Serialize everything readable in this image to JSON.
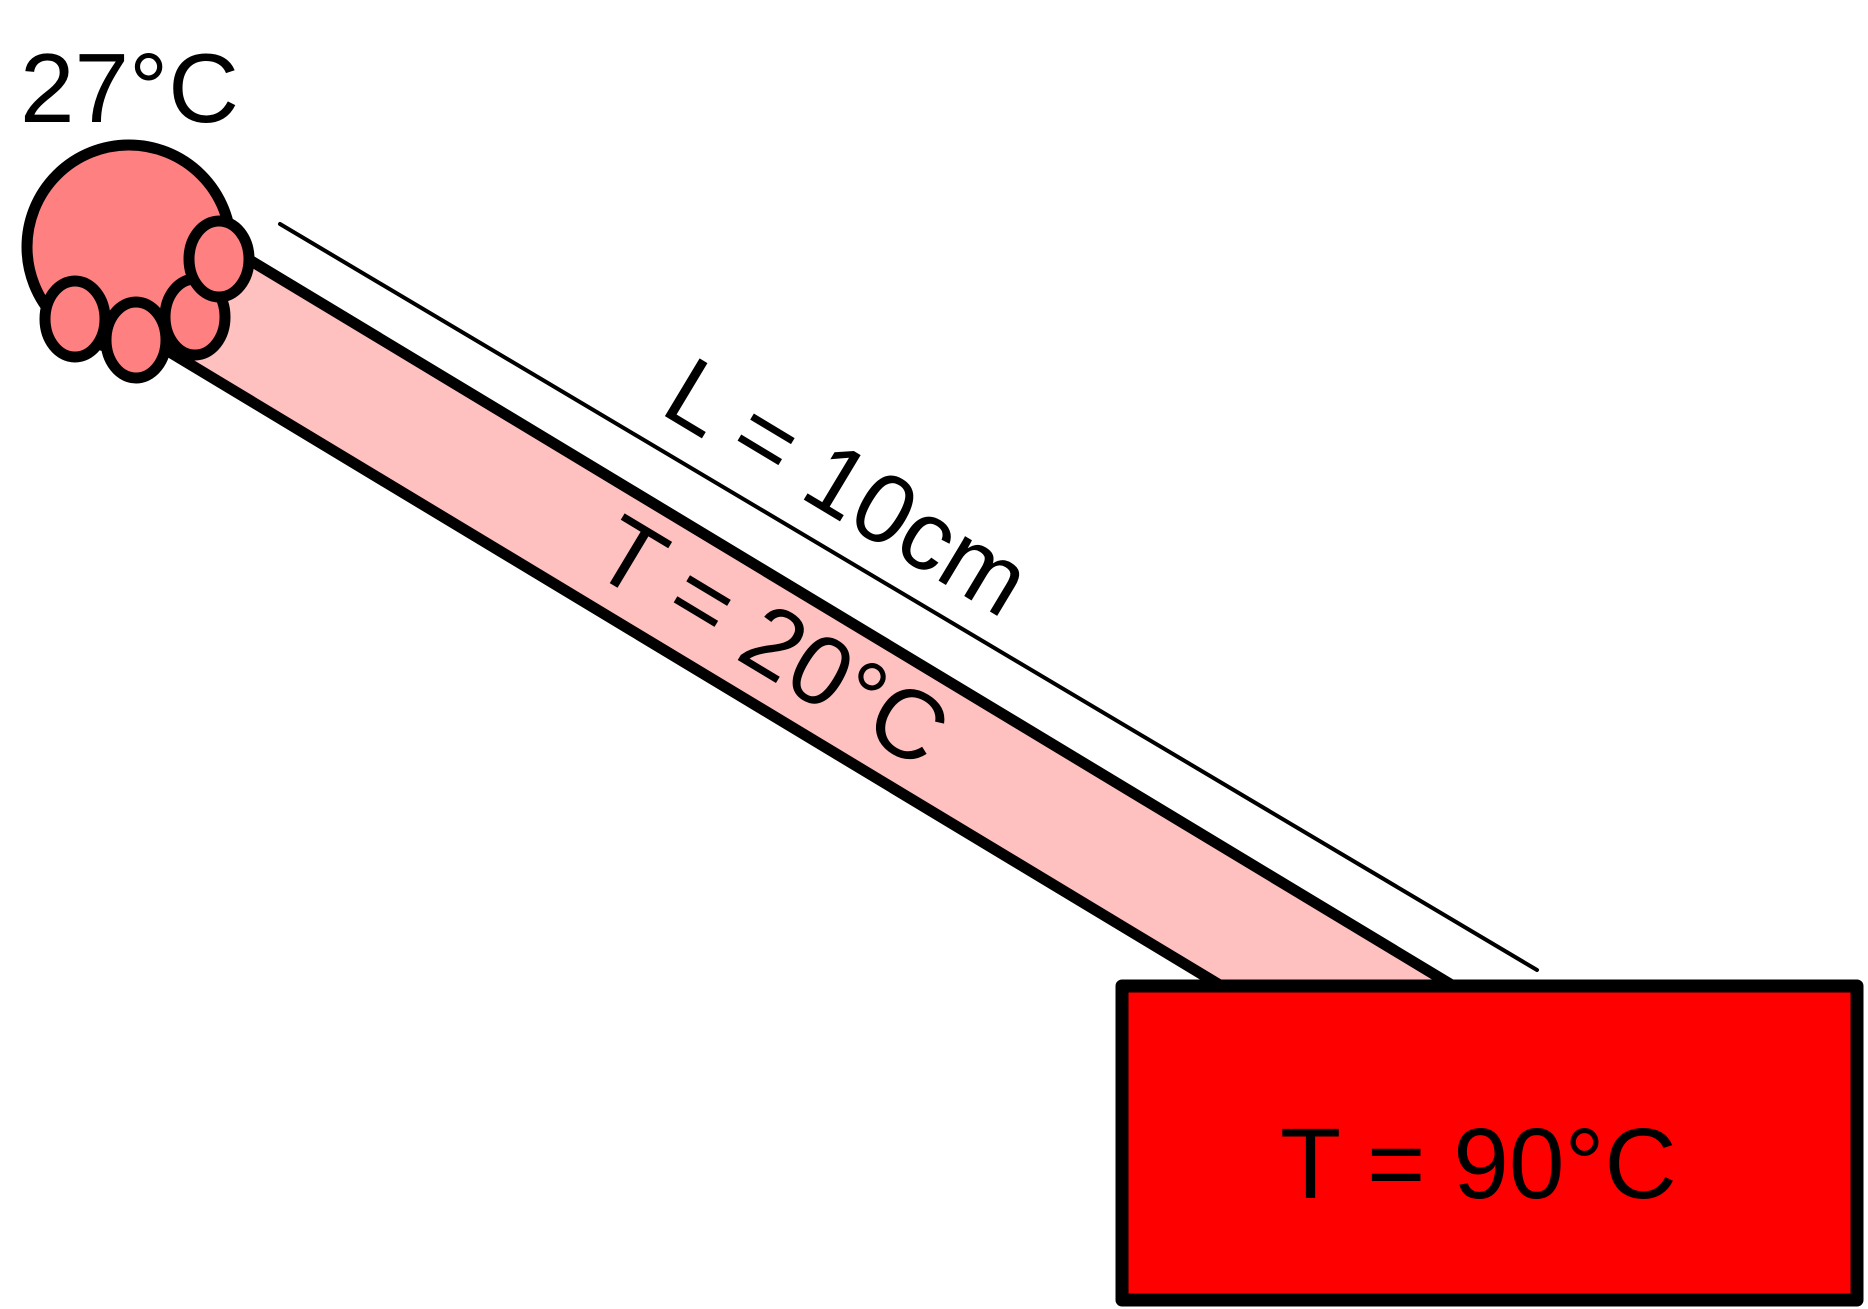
{
  "labels": {
    "hand_temp": "27°C",
    "length": "L = 10cm",
    "rod_temp": "T = 20°C",
    "block_temp": "T = 90°C"
  },
  "colors": {
    "hand": "#ff8080",
    "rod": "#ffc0c0",
    "block": "#ff0000",
    "outline": "#000000",
    "background": "#ffffff"
  }
}
